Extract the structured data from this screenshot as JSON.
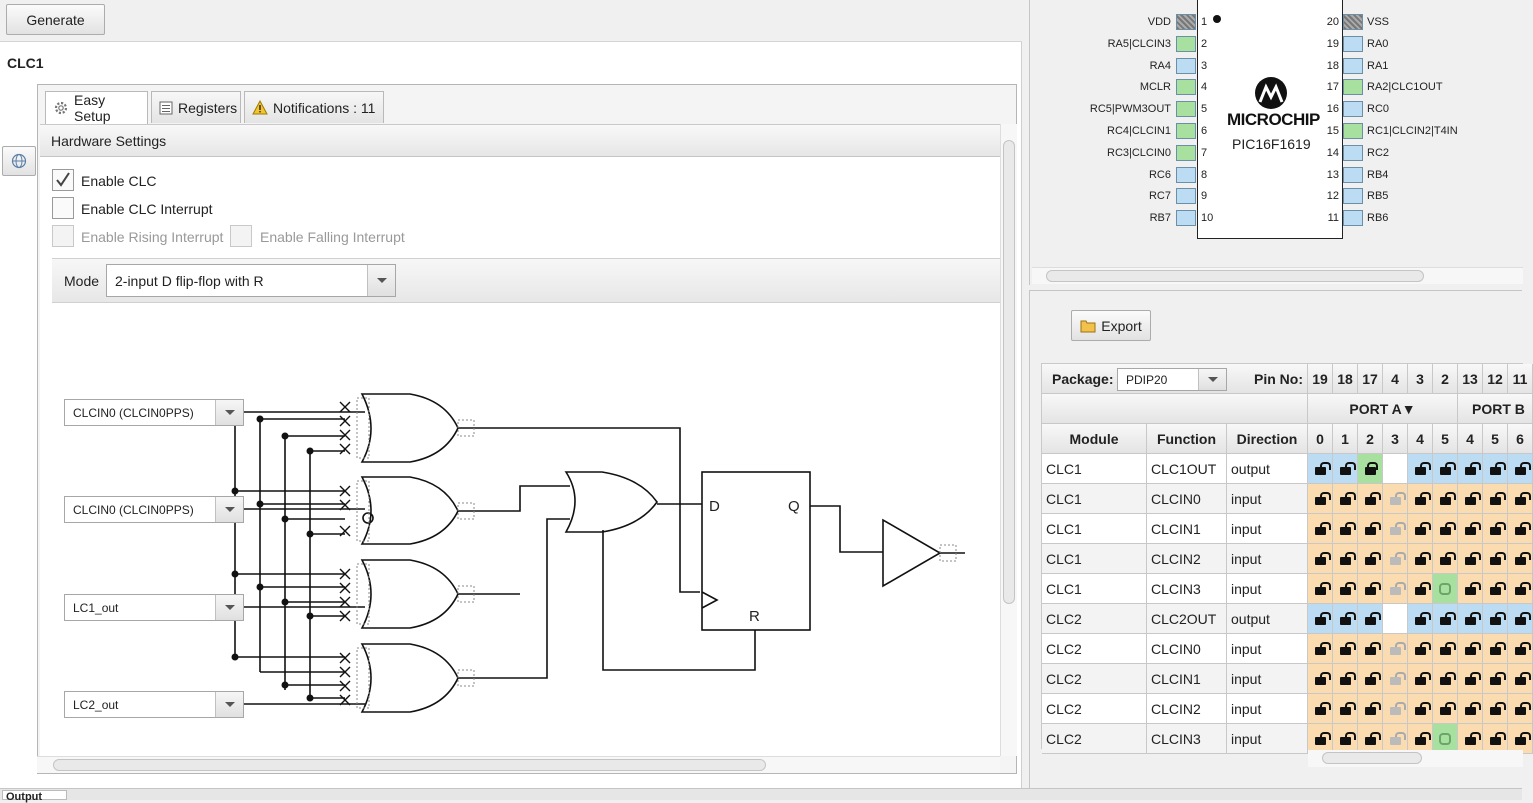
{
  "toolbar": {
    "generate_label": "Generate"
  },
  "module_title": "CLC1",
  "tabs": [
    {
      "label": "Easy Setup",
      "icon": "gear-icon"
    },
    {
      "label": "Registers",
      "icon": "list-icon"
    },
    {
      "label": "Notifications : 11",
      "icon": "warning-icon"
    }
  ],
  "hardware_settings": {
    "heading": "Hardware Settings",
    "enable_clc": {
      "label": "Enable CLC",
      "checked": true
    },
    "enable_interrupt": {
      "label": "Enable CLC Interrupt",
      "checked": false
    },
    "rising_interrupt": {
      "label": "Enable Rising Interrupt",
      "checked": false,
      "disabled": true
    },
    "falling_interrupt": {
      "label": "Enable Falling Interrupt",
      "checked": false,
      "disabled": true
    },
    "mode": {
      "label": "Mode",
      "value": "2-input D flip-flop with R"
    }
  },
  "logic_diagram": {
    "inputs": [
      "CLCIN0 (CLCIN0PPS)",
      "CLCIN0 (CLCIN0PPS)",
      "LC1_out",
      "LC2_out"
    ],
    "flipflop": {
      "d": "D",
      "q": "Q",
      "r": "R"
    }
  },
  "chip": {
    "name": "PIC16F1619",
    "brand": "MICROCHIP",
    "left_pins": [
      {
        "num": "1",
        "label": "VDD",
        "color": "#8a8a8a"
      },
      {
        "num": "2",
        "label": "RA5|CLCIN3",
        "color": "#a8e0a0"
      },
      {
        "num": "3",
        "label": "RA4",
        "color": "#bcdcf4"
      },
      {
        "num": "4",
        "label": "MCLR",
        "color": "#a8e0a0"
      },
      {
        "num": "5",
        "label": "RC5|PWM3OUT",
        "color": "#a8e0a0"
      },
      {
        "num": "6",
        "label": "RC4|CLCIN1",
        "color": "#a8e0a0"
      },
      {
        "num": "7",
        "label": "RC3|CLCIN0",
        "color": "#a8e0a0"
      },
      {
        "num": "8",
        "label": "RC6",
        "color": "#bcdcf4"
      },
      {
        "num": "9",
        "label": "RC7",
        "color": "#bcdcf4"
      },
      {
        "num": "10",
        "label": "RB7",
        "color": "#bcdcf4"
      }
    ],
    "right_pins": [
      {
        "num": "20",
        "label": "VSS",
        "color": "#8a8a8a"
      },
      {
        "num": "19",
        "label": "RA0",
        "color": "#bcdcf4"
      },
      {
        "num": "18",
        "label": "RA1",
        "color": "#bcdcf4"
      },
      {
        "num": "17",
        "label": "RA2|CLC1OUT",
        "color": "#a8e0a0"
      },
      {
        "num": "16",
        "label": "RC0",
        "color": "#bcdcf4"
      },
      {
        "num": "15",
        "label": "RC1|CLCIN2|T4IN",
        "color": "#a8e0a0"
      },
      {
        "num": "14",
        "label": "RC2",
        "color": "#bcdcf4"
      },
      {
        "num": "13",
        "label": "RB4",
        "color": "#bcdcf4"
      },
      {
        "num": "12",
        "label": "RB5",
        "color": "#bcdcf4"
      },
      {
        "num": "11",
        "label": "RB6",
        "color": "#bcdcf4"
      }
    ]
  },
  "pin_manager": {
    "export_label": "Export",
    "package_label": "Package:",
    "package_value": "PDIP20",
    "pin_no_label": "Pin No:",
    "pin_numbers": [
      "19",
      "18",
      "17",
      "4",
      "3",
      "2",
      "13",
      "12",
      "11"
    ],
    "port_a_label": "PORT A▼",
    "port_b_label": "PORT B",
    "columns": {
      "module": "Module",
      "function": "Function",
      "direction": "Direction"
    },
    "bits": [
      "0",
      "1",
      "2",
      "3",
      "4",
      "5",
      "4",
      "5",
      "6"
    ],
    "rows": [
      {
        "module": "CLC1",
        "function": "CLC1OUT",
        "direction": "output",
        "kind": "out",
        "c2": "green"
      },
      {
        "module": "CLC1",
        "function": "CLCIN0",
        "direction": "input",
        "kind": "in"
      },
      {
        "module": "CLC1",
        "function": "CLCIN1",
        "direction": "input",
        "kind": "in"
      },
      {
        "module": "CLC1",
        "function": "CLCIN2",
        "direction": "input",
        "kind": "in"
      },
      {
        "module": "CLC1",
        "function": "CLCIN3",
        "direction": "input",
        "kind": "in",
        "c5": "green"
      },
      {
        "module": "CLC2",
        "function": "CLC2OUT",
        "direction": "output",
        "kind": "out"
      },
      {
        "module": "CLC2",
        "function": "CLCIN0",
        "direction": "input",
        "kind": "in"
      },
      {
        "module": "CLC2",
        "function": "CLCIN1",
        "direction": "input",
        "kind": "in"
      },
      {
        "module": "CLC2",
        "function": "CLCIN2",
        "direction": "input",
        "kind": "in"
      },
      {
        "module": "CLC2",
        "function": "CLCIN3",
        "direction": "input",
        "kind": "in",
        "c5": "green"
      }
    ]
  },
  "output_tab": {
    "label": "Output"
  }
}
